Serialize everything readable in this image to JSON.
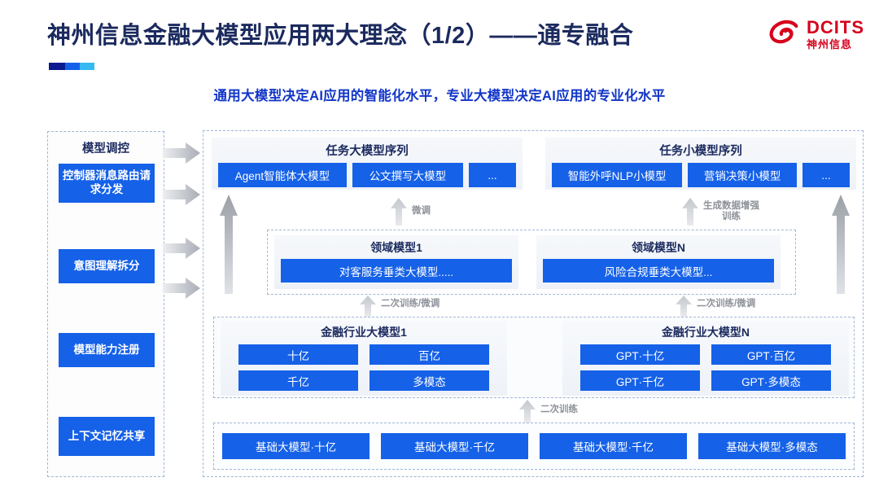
{
  "header": {
    "title": "神州信息金融大模型应用两大理念（1/2）——通专融合",
    "subtitle": "通用大模型决定AI应用的智能化水平，专业大模型决定AI应用的专业化水平",
    "logo_en": "DCITS",
    "logo_cn": "神州信息",
    "accent_colors": [
      "#0b1a8f",
      "#1461e8",
      "#36b9f0"
    ],
    "title_color": "#1b2a5e",
    "subtitle_color": "#1236c8",
    "logo_color": "#d6001c"
  },
  "control_column": {
    "title": "模型调控",
    "items": [
      {
        "label": "控制器消息路由请求分发"
      },
      {
        "label": "意图理解拆分"
      },
      {
        "label": "模型能力注册"
      },
      {
        "label": "上下文记忆共享"
      }
    ]
  },
  "task_sequences": [
    {
      "title": "任务大模型序列",
      "chips": [
        "Agent智能体大模型",
        "公文撰写大模型",
        "..."
      ]
    },
    {
      "title": "任务小模型序列",
      "chips": [
        "智能外呼NLP小模型",
        "营销决策小模型",
        "..."
      ]
    }
  ],
  "domain_models": [
    {
      "title": "领域模型1",
      "box": "对客服务垂类大模型....."
    },
    {
      "title": "领域模型N",
      "box": "风险合规垂类大模型..."
    }
  ],
  "industry_models": [
    {
      "title": "金融行业大模型1",
      "cells": [
        "十亿",
        "百亿",
        "千亿",
        "多模态"
      ]
    },
    {
      "title": "金融行业大模型N",
      "cells": [
        "GPT·十亿",
        "GPT·百亿",
        "GPT·千亿",
        "GPT·多模态"
      ]
    }
  ],
  "base_models": {
    "cells": [
      "基础大模型·十亿",
      "基础大模型·千亿",
      "基础大模型·千亿",
      "基础大模型·多模态"
    ]
  },
  "arrow_labels": {
    "finetune": "微调",
    "data_augment": "生成数据增强\n训练",
    "retrain_finetune_left": "二次训练/微调",
    "retrain_finetune_right": "二次训练/微调",
    "retrain": "二次训练"
  },
  "colors": {
    "primary_blue": "#1561e8",
    "dashed_border": "#9fb7d8",
    "arrow_gray": "#b8bcc2"
  }
}
